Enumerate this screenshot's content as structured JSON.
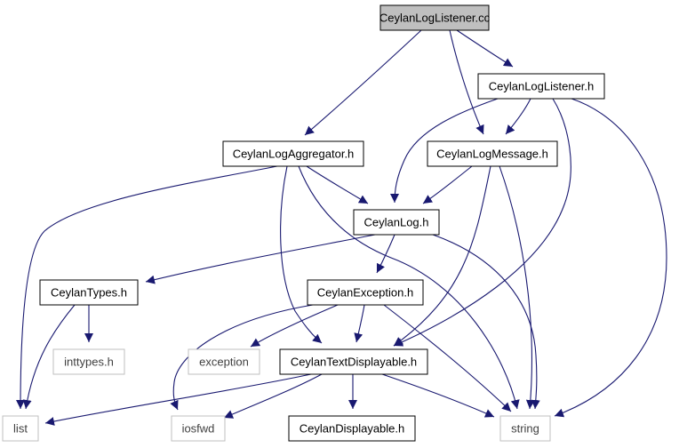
{
  "diagram": {
    "nodes": [
      {
        "id": "cc",
        "label": "CeylanLogListener.cc",
        "style": "root"
      },
      {
        "id": "listener_h",
        "label": "CeylanLogListener.h",
        "style": "normal"
      },
      {
        "id": "aggregator_h",
        "label": "CeylanLogAggregator.h",
        "style": "normal"
      },
      {
        "id": "message_h",
        "label": "CeylanLogMessage.h",
        "style": "normal"
      },
      {
        "id": "log_h",
        "label": "CeylanLog.h",
        "style": "normal"
      },
      {
        "id": "types_h",
        "label": "CeylanTypes.h",
        "style": "normal"
      },
      {
        "id": "exception_h",
        "label": "CeylanException.h",
        "style": "normal"
      },
      {
        "id": "inttypes",
        "label": "inttypes.h",
        "style": "external"
      },
      {
        "id": "exception",
        "label": "exception",
        "style": "external"
      },
      {
        "id": "textdisp_h",
        "label": "CeylanTextDisplayable.h",
        "style": "normal"
      },
      {
        "id": "list",
        "label": "list",
        "style": "external"
      },
      {
        "id": "iosfwd",
        "label": "iosfwd",
        "style": "external"
      },
      {
        "id": "disp_h",
        "label": "CeylanDisplayable.h",
        "style": "normal"
      },
      {
        "id": "string",
        "label": "string",
        "style": "external"
      }
    ],
    "edges": [
      [
        "cc",
        "listener_h"
      ],
      [
        "cc",
        "aggregator_h"
      ],
      [
        "cc",
        "message_h"
      ],
      [
        "listener_h",
        "message_h"
      ],
      [
        "listener_h",
        "log_h"
      ],
      [
        "listener_h",
        "textdisp_h"
      ],
      [
        "listener_h",
        "string"
      ],
      [
        "aggregator_h",
        "log_h"
      ],
      [
        "aggregator_h",
        "list"
      ],
      [
        "aggregator_h",
        "textdisp_h"
      ],
      [
        "aggregator_h",
        "string"
      ],
      [
        "message_h",
        "log_h"
      ],
      [
        "message_h",
        "textdisp_h"
      ],
      [
        "message_h",
        "string"
      ],
      [
        "log_h",
        "types_h"
      ],
      [
        "log_h",
        "exception_h"
      ],
      [
        "log_h",
        "string"
      ],
      [
        "types_h",
        "inttypes"
      ],
      [
        "types_h",
        "list"
      ],
      [
        "exception_h",
        "exception"
      ],
      [
        "exception_h",
        "textdisp_h"
      ],
      [
        "exception_h",
        "iosfwd"
      ],
      [
        "exception_h",
        "string"
      ],
      [
        "textdisp_h",
        "list"
      ],
      [
        "textdisp_h",
        "iosfwd"
      ],
      [
        "textdisp_h",
        "disp_h"
      ],
      [
        "textdisp_h",
        "string"
      ]
    ],
    "colors": {
      "edge": "#191970",
      "root_fill": "#bfbfbf",
      "node_border": "#000000",
      "external_border": "#bfbfbf",
      "external_text": "#404040"
    }
  }
}
